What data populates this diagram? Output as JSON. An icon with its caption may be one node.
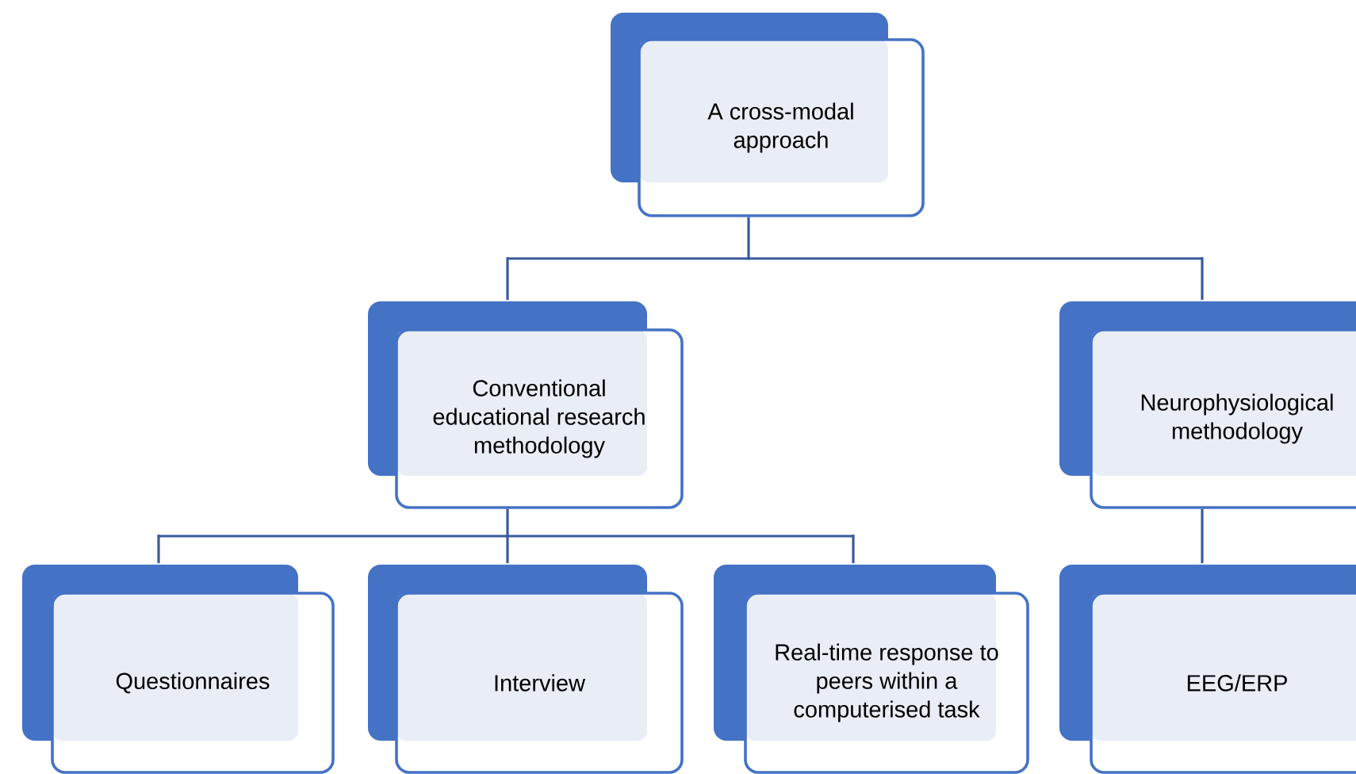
{
  "diagram": {
    "nodes": [
      {
        "text": [
          "A cross-modal approach"
        ]
      },
      {
        "text": [
          "Conventional educational research methodology"
        ]
      },
      {
        "text": [
          "Neurophysiological methodology"
        ]
      },
      {
        "text": [
          "Questionnaires"
        ]
      },
      {
        "text": [
          "Interview"
        ]
      },
      {
        "text": [
          "Real-time response to peers within a computerised task"
        ]
      },
      {
        "text": [
          "EEG/ERP"
        ]
      }
    ],
    "edges": [
      {
        "from": 0,
        "to": 1,
        "arrow": "none"
      },
      {
        "from": 0,
        "to": 2,
        "arrow": "none"
      },
      {
        "from": 1,
        "to": 3,
        "arrow": "none"
      },
      {
        "from": 1,
        "to": 4,
        "arrow": "none"
      },
      {
        "from": 1,
        "to": 5,
        "arrow": "none"
      },
      {
        "from": 2,
        "to": 6,
        "arrow": "none"
      }
    ]
  }
}
